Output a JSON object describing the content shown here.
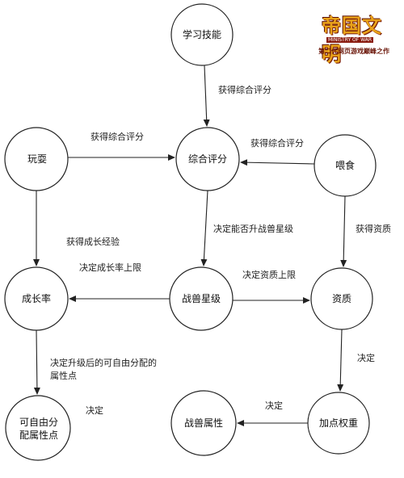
{
  "nodes": {
    "skill": "学习技能",
    "play": "玩耍",
    "score": "综合评分",
    "feed": "喂食",
    "growth": "成长率",
    "star": "战兽星级",
    "aptitude": "资质",
    "free_points": "可自由分配属性点",
    "attrs": "战兽属性",
    "weights": "加点权重"
  },
  "edge_labels": {
    "skill_score": "获得综合评分",
    "play_score": "获得综合评分",
    "feed_score": "获得综合评分",
    "score_star": "决定能否升战兽星级",
    "play_growth": "获得成长经验",
    "star_growth": "决定成长率上限",
    "star_aptitude": "决定资质上限",
    "feed_aptitude": "获得资质",
    "growth_free": "决定升级后的可自由分配的属性点",
    "aptitude_weights": "决定",
    "free_attrs": "决定",
    "weights_attrs": "决定"
  },
  "logo": {
    "title": "帝国文明",
    "subtitle": "MINISTRY OF WAR",
    "tagline": "第二代网页游戏巅峰之作"
  }
}
